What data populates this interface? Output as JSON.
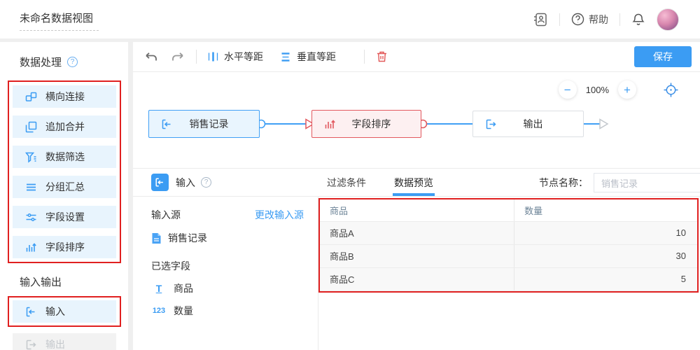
{
  "header": {
    "title": "未命名数据视图",
    "help_label": "帮助"
  },
  "sidebar": {
    "section1_title": "数据处理",
    "processing_items": [
      {
        "icon": "join-icon",
        "label": "横向连接"
      },
      {
        "icon": "append-icon",
        "label": "追加合并"
      },
      {
        "icon": "filter-icon",
        "label": "数据筛选"
      },
      {
        "icon": "group-icon",
        "label": "分组汇总"
      },
      {
        "icon": "field-settings-icon",
        "label": "字段设置"
      },
      {
        "icon": "field-sort-icon",
        "label": "字段排序"
      }
    ],
    "section2_title": "输入输出",
    "input_item": {
      "icon": "input-icon",
      "label": "输入"
    },
    "output_item": {
      "icon": "output-icon",
      "label": "输出",
      "disabled": true
    }
  },
  "toolbar": {
    "h_space_label": "水平等距",
    "v_space_label": "垂直等距",
    "save_label": "保存"
  },
  "canvas": {
    "zoom_level": "100%",
    "nodes": [
      {
        "label": "销售记录",
        "state": "selected-blue"
      },
      {
        "label": "字段排序",
        "state": "error-red"
      },
      {
        "label": "输出",
        "state": "normal"
      }
    ]
  },
  "panel": {
    "title": "输入",
    "tabs": [
      {
        "label": "过滤条件",
        "active": false
      },
      {
        "label": "数据预览",
        "active": true
      }
    ],
    "node_name_label": "节点名称：",
    "node_name_value": "销售记录",
    "source_label": "输入源",
    "change_source_label": "更改输入源",
    "source_name": "销售记录",
    "fields_label": "已选字段",
    "fields": [
      {
        "type": "T",
        "name": "商品"
      },
      {
        "type": "123",
        "name": "数量"
      }
    ],
    "table": {
      "columns": [
        "商品",
        "数量"
      ],
      "rows": [
        [
          "商品A",
          "10"
        ],
        [
          "商品B",
          "30"
        ],
        [
          "商品C",
          "5"
        ]
      ]
    }
  },
  "colors": {
    "accent": "#3b9cf3",
    "item_bg": "#e8f4fd",
    "annotation_red": "#e02020",
    "node_error_border": "#e2595f",
    "node_blue_border": "#41a0f5"
  }
}
